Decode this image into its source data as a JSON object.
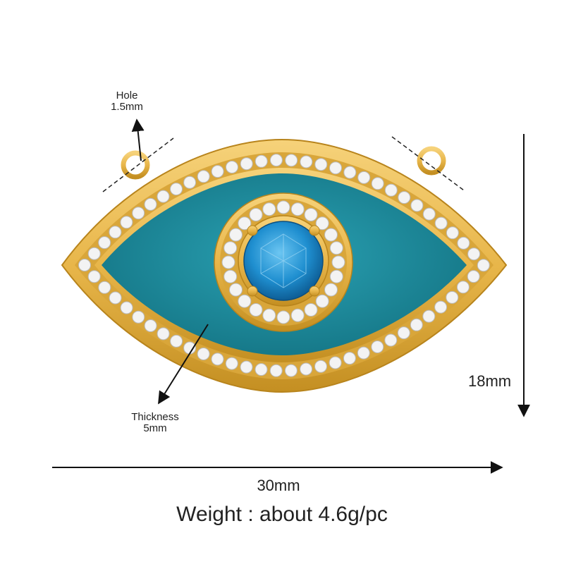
{
  "labels": {
    "hole_title": "Hole",
    "hole_size": "1.5mm",
    "thickness_title": "Thickness",
    "thickness_size": "5mm",
    "height": "18mm",
    "width": "30mm",
    "weight": "Weight : about 4.6g/pc"
  },
  "colors": {
    "gold": "#e8b64a",
    "gold_dark": "#c48f22",
    "enamel": "#1c8a9c",
    "stone": "#1f8fd0",
    "crystal": "#f2f2f2",
    "arrow": "#111111"
  },
  "icons": [
    "evil-eye-pendant-image"
  ]
}
